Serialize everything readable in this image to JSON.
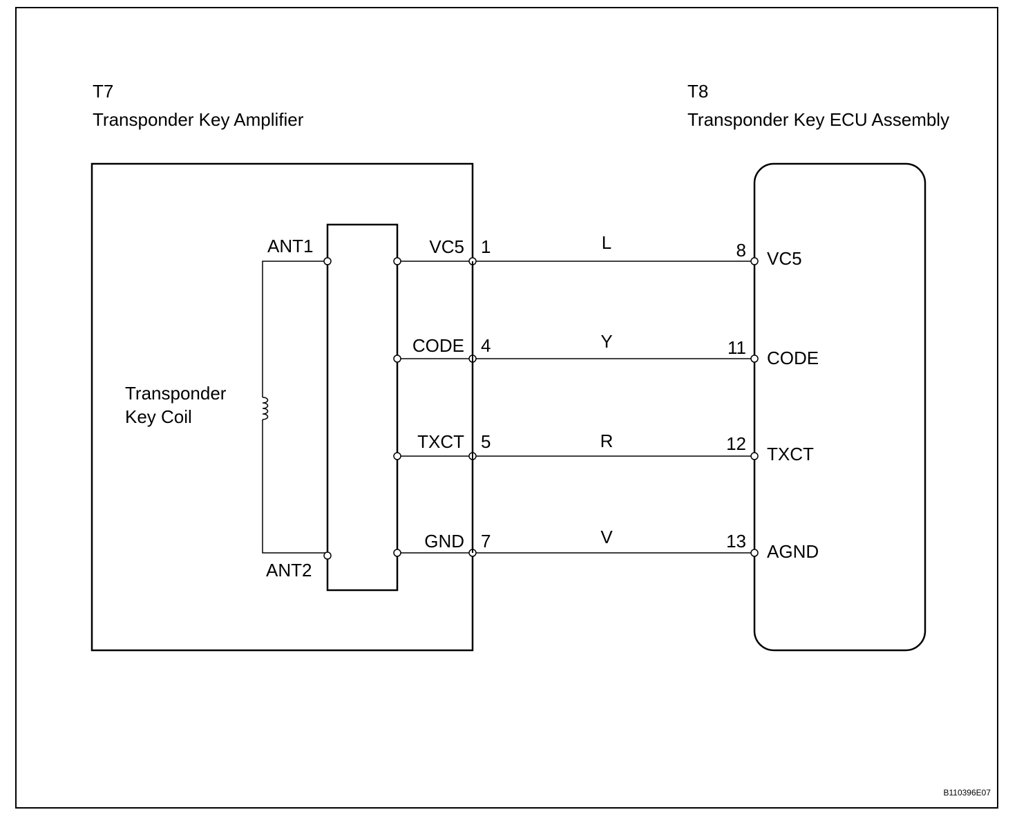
{
  "left_component": {
    "id": "T7",
    "name": "Transponder Key Amplifier",
    "coil_label_line1": "Transponder",
    "coil_label_line2": "Key Coil",
    "ant1": "ANT1",
    "ant2": "ANT2"
  },
  "right_component": {
    "id": "T8",
    "name": "Transponder Key ECU Assembly"
  },
  "wires": [
    {
      "left_signal": "VC5",
      "left_pin": "1",
      "color": "L",
      "right_pin": "8",
      "right_signal": "VC5"
    },
    {
      "left_signal": "CODE",
      "left_pin": "4",
      "color": "Y",
      "right_pin": "11",
      "right_signal": "CODE"
    },
    {
      "left_signal": "TXCT",
      "left_pin": "5",
      "color": "R",
      "right_pin": "12",
      "right_signal": "TXCT"
    },
    {
      "left_signal": "GND",
      "left_pin": "7",
      "color": "V",
      "right_pin": "13",
      "right_signal": "AGND"
    }
  ],
  "figure_code": "B110396E07"
}
